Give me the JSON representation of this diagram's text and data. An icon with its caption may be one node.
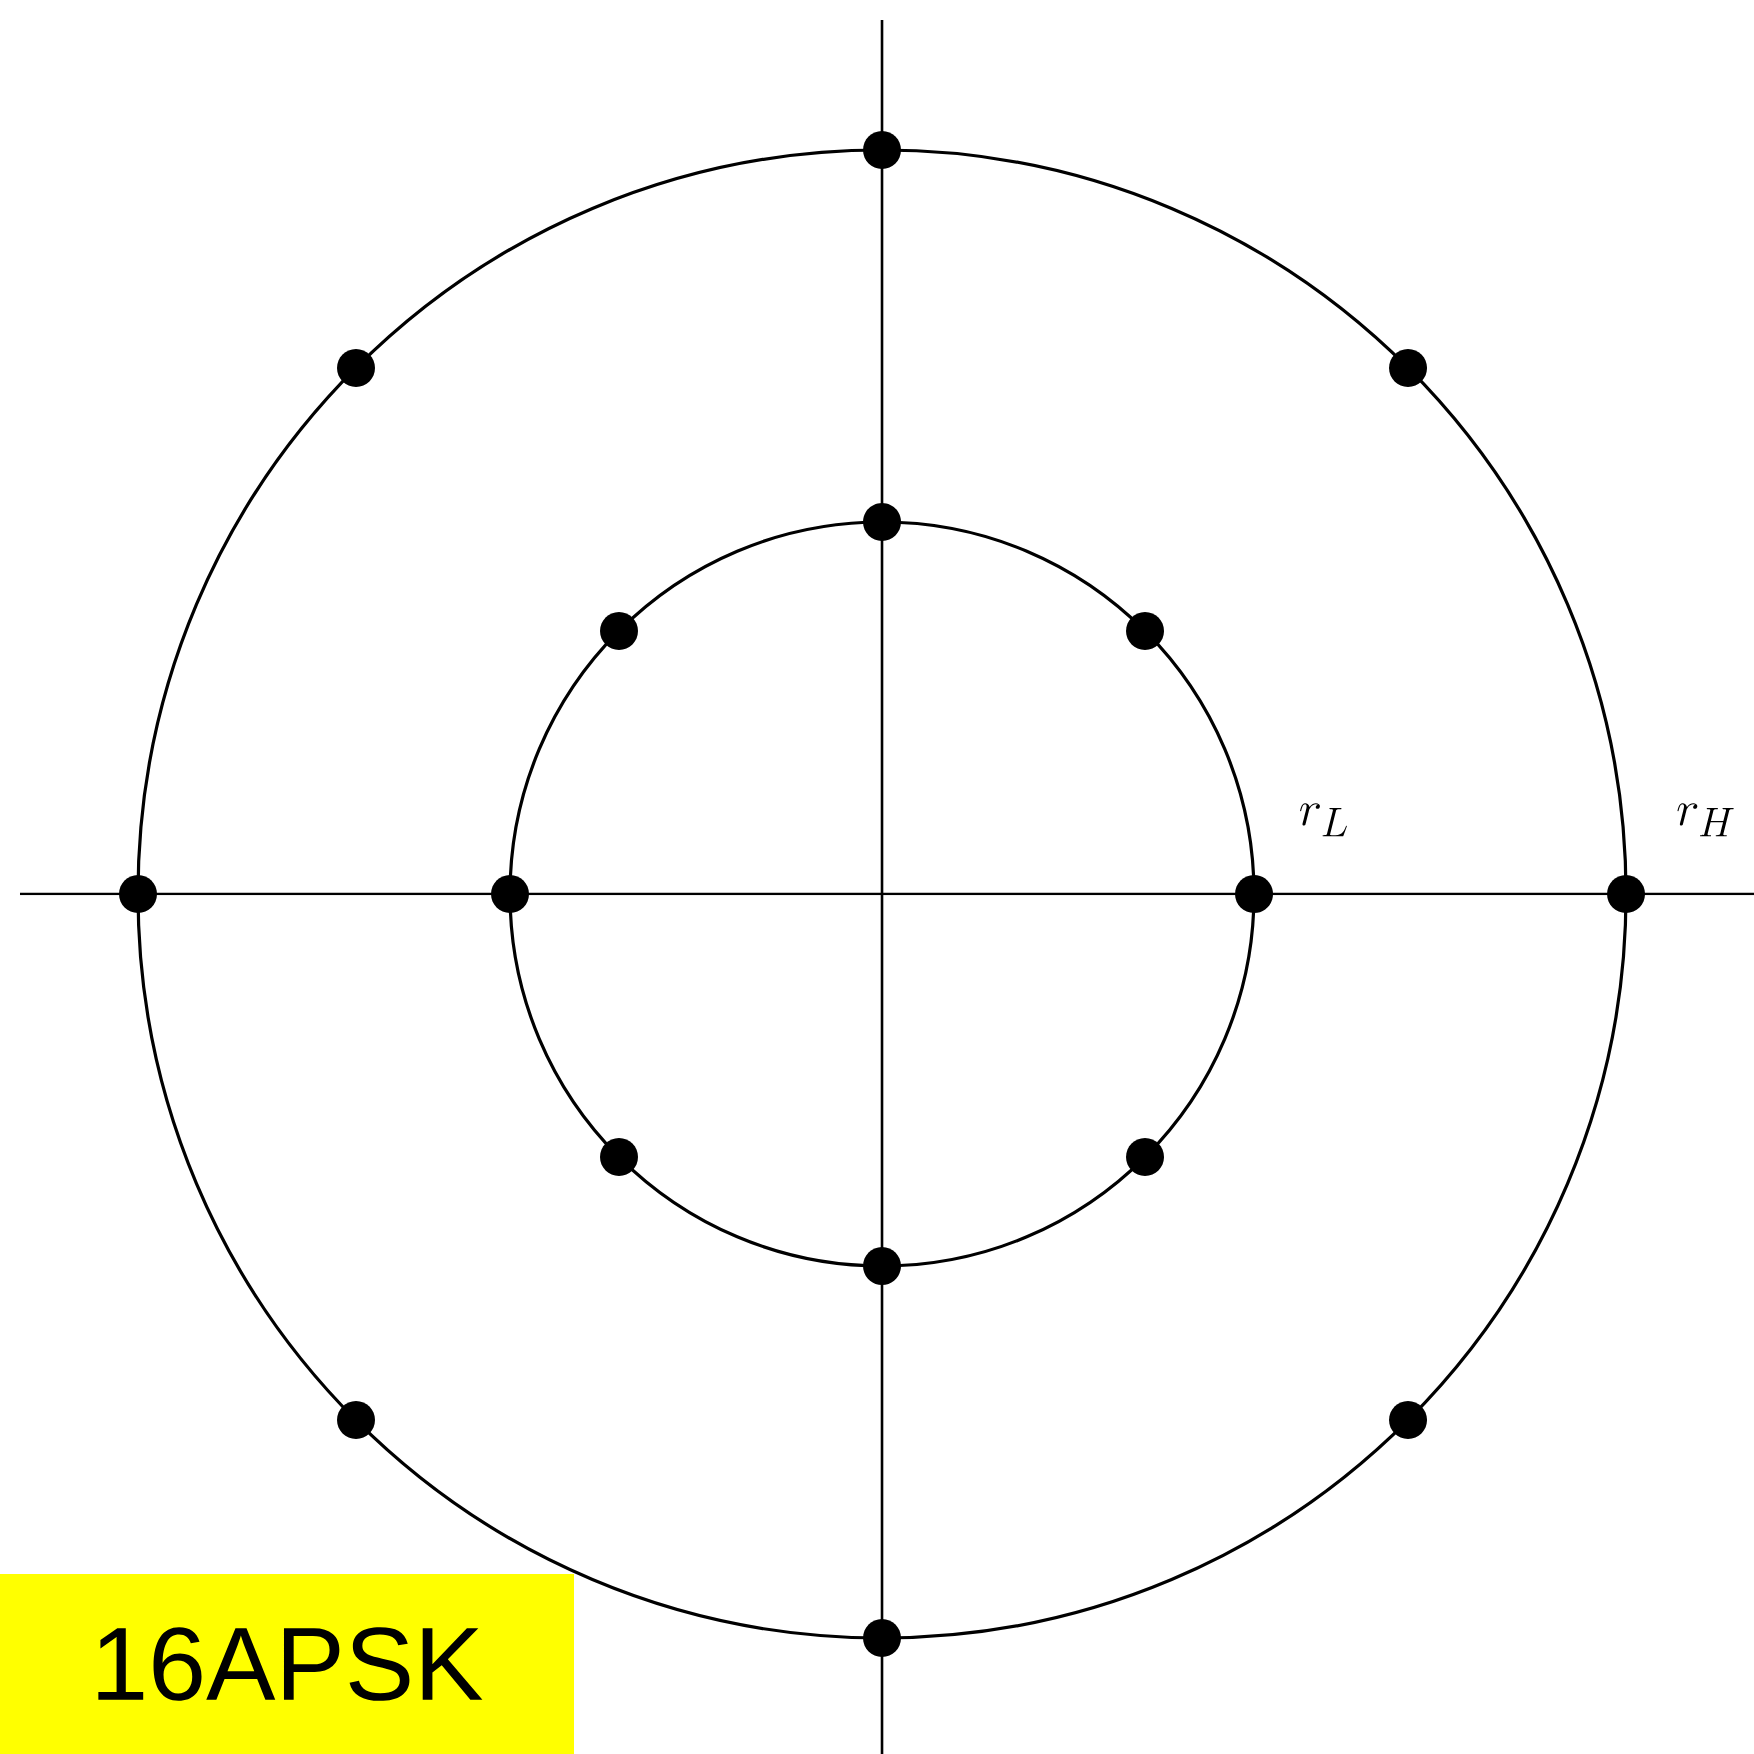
{
  "diagram": {
    "nodes": [
      {
        "text": [
          "16APSK"
        ]
      }
    ],
    "labels": [
      "r_L",
      "r_H"
    ]
  }
}
